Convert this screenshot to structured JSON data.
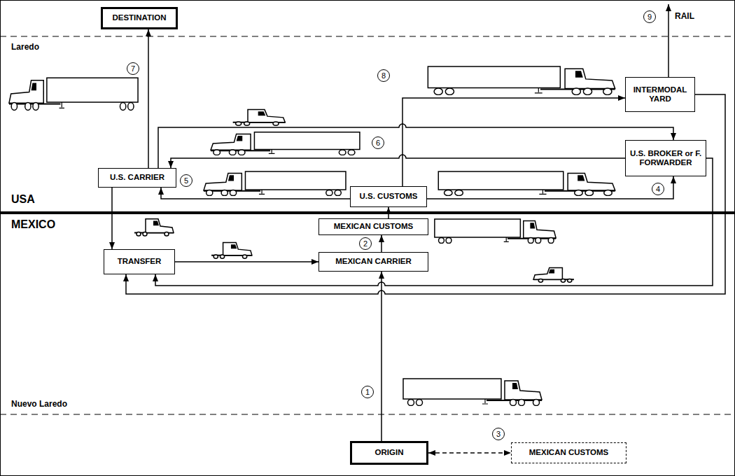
{
  "diagram": {
    "nodes": [
      {
        "text": [
          "DESTINATION"
        ]
      },
      {
        "text": [
          "INTERMODAL YARD"
        ]
      },
      {
        "text": [
          "U.S. BROKER or F. FORWARDER"
        ]
      },
      {
        "text": [
          "U.S. CARRIER"
        ]
      },
      {
        "text": [
          "U.S. CUSTOMS"
        ]
      },
      {
        "text": [
          "MEXICAN CUSTOMS"
        ]
      },
      {
        "text": [
          "TRANSFER"
        ]
      },
      {
        "text": [
          "MEXICAN CARRIER"
        ]
      },
      {
        "text": [
          "ORIGIN"
        ]
      },
      {
        "text": [
          "MEXICAN CUSTOMS"
        ]
      }
    ],
    "edges": [
      {
        "from": 8,
        "to": 7,
        "arrow": "to"
      },
      {
        "from": 7,
        "to": 5,
        "arrow": "to"
      },
      {
        "from": 5,
        "to": 4,
        "arrow": "to"
      },
      {
        "from": 4,
        "to": 3,
        "arrow": "to"
      },
      {
        "from": 4,
        "to": 2,
        "arrow": "to"
      },
      {
        "from": 4,
        "to": 1,
        "arrow": "to"
      },
      {
        "from": 3,
        "to": 0,
        "arrow": "to"
      },
      {
        "from": 3,
        "to": 2,
        "arrow": "to"
      },
      {
        "from": 2,
        "to": 3,
        "arrow": "to"
      },
      {
        "from": 1,
        "to": 6,
        "arrow": "to"
      },
      {
        "from": 2,
        "to": 6,
        "arrow": "to"
      },
      {
        "from": 3,
        "to": 6,
        "arrow": "to"
      },
      {
        "from": 6,
        "to": 7,
        "arrow": "to"
      },
      {
        "from": 8,
        "to": 9,
        "arrow": "both"
      }
    ],
    "labels": [
      "9",
      "RAIL",
      "Laredo",
      "7",
      "8",
      "6",
      "5",
      "4",
      "USA",
      "MEXICO",
      "2",
      "1",
      "Nuevo Laredo",
      "3"
    ]
  }
}
